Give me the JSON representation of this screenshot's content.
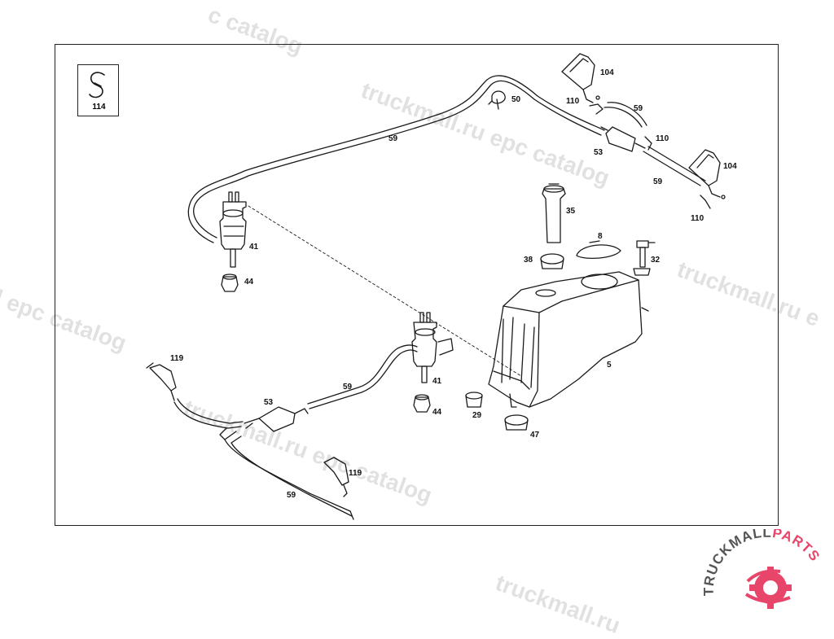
{
  "diagram": {
    "legend_symbol": {
      "icon": "hose-clamp-icon",
      "label": "114"
    },
    "part_labels": {
      "p104a": "104",
      "p110a": "110",
      "p59a": "59",
      "p50": "50",
      "p59top": "59",
      "p53a": "53",
      "p110b": "110",
      "p59b": "59",
      "p104b": "104",
      "p110c": "110",
      "p35": "35",
      "p8": "8",
      "p38": "38",
      "p32": "32",
      "p41a": "41",
      "p44a": "44",
      "p5": "5",
      "p41b": "41",
      "p44b": "44",
      "p59mid": "59",
      "p53b": "53",
      "p29": "29",
      "p47": "47",
      "p119a": "119",
      "p59low": "59",
      "p119b": "119"
    }
  },
  "watermarks": {
    "w1": "c catalog",
    "w2": "truckmall.ru epc catalog",
    "w3": "truckmall.ru e",
    "w4": "l epc catalog",
    "w5": "truckmall.ru epc catalog",
    "w6": "truckmall.ru"
  },
  "brand": {
    "word1": "TRUCKMALL",
    "word2": "PARTS",
    "accent_color": "#e8456b",
    "icon": "gear-logo-icon"
  },
  "colors": {
    "line": "#1a1a1a",
    "watermark": "#bdbdbd"
  }
}
